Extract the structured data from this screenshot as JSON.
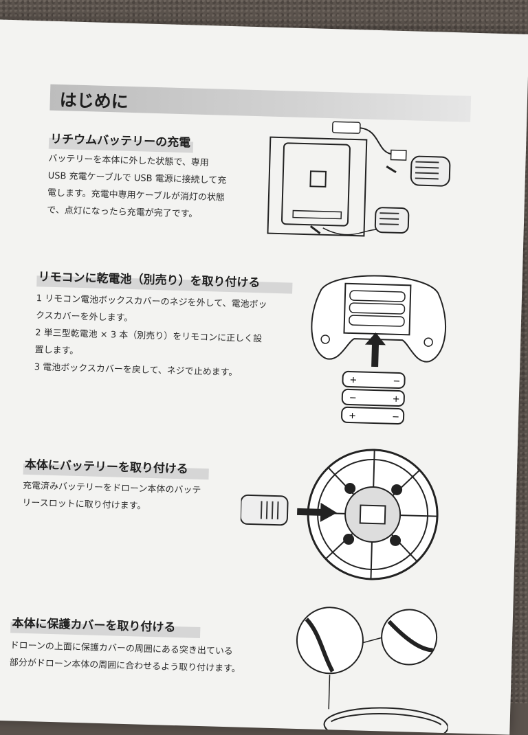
{
  "heading": "はじめに",
  "sections": [
    {
      "title": "リチウムバッテリーの充電",
      "lines": [
        "バッテリーを本体に外した状態で、専用",
        "USB 充電ケーブルで USB 電源に接続して充",
        "電します。充電中専用ケーブルが消灯の状態",
        "で、点灯になったら充電が完了です。"
      ]
    },
    {
      "title": "リモコンに乾電池（別売り）を取り付ける",
      "lines": [
        "1 リモコン電池ボックスカバーのネジを外して、電池ボッ",
        "クスカバーを外します。",
        "2 単三型乾電池 × 3 本（別売り）をリモコンに正しく設",
        "置します。",
        "3 電池ボックスカバーを戻して、ネジで止めます。"
      ]
    },
    {
      "title": "本体にバッテリーを取り付ける",
      "lines": [
        "充電済みバッテリーをドローン本体のバッテ",
        "リースロットに取り付けます。"
      ]
    },
    {
      "title": "本体に保護カバーを取り付ける",
      "lines": [
        "ドローンの上面に保護カバーの周囲にある突き出ている",
        "部分がドローン本体の周囲に合わせるよう取り付けます。"
      ]
    }
  ],
  "figures": {
    "usb_charging": "usb-charging-illustration",
    "remote_battery": "remote-battery-illustration",
    "drone_battery": "drone-battery-illustration",
    "guard": "protective-guard-illustration"
  },
  "battery_signs": [
    "+",
    "−",
    "−",
    "+",
    "+",
    "−"
  ]
}
